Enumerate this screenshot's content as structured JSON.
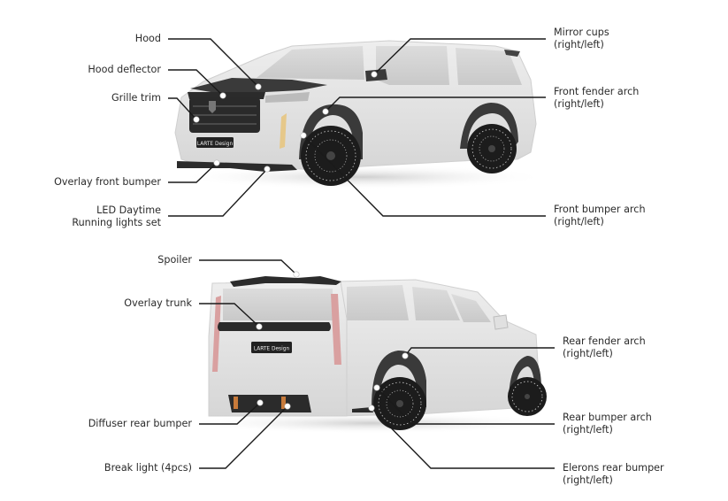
{
  "diagram": {
    "front_view": {
      "left_labels": [
        {
          "id": "hood",
          "lines": [
            "Hood"
          ]
        },
        {
          "id": "hood-deflector",
          "lines": [
            "Hood deflector"
          ]
        },
        {
          "id": "grille-trim",
          "lines": [
            "Grille trim"
          ]
        },
        {
          "id": "overlay-front-bumper",
          "lines": [
            "Overlay front bumper"
          ]
        },
        {
          "id": "led-daytime",
          "lines": [
            "LED Daytime",
            "Running lights set"
          ]
        }
      ],
      "right_labels": [
        {
          "id": "mirror-cups",
          "lines": [
            "Mirror cups",
            "(right/left)"
          ]
        },
        {
          "id": "front-fender-arch",
          "lines": [
            "Front fender arch",
            "(right/left)"
          ]
        },
        {
          "id": "front-bumper-arch",
          "lines": [
            "Front bumper arch",
            "(right/left)"
          ]
        }
      ],
      "plate_text": "LARTE Design"
    },
    "rear_view": {
      "left_labels": [
        {
          "id": "spoiler",
          "lines": [
            "Spoiler"
          ]
        },
        {
          "id": "overlay-trunk",
          "lines": [
            "Overlay trunk"
          ]
        },
        {
          "id": "diffuser-rear-bumper",
          "lines": [
            "Diffuser rear bumper"
          ]
        },
        {
          "id": "break-light",
          "lines": [
            "Break light (4pcs)"
          ]
        }
      ],
      "right_labels": [
        {
          "id": "rear-fender-arch",
          "lines": [
            "Rear fender arch",
            "(right/left)"
          ]
        },
        {
          "id": "rear-bumper-arch",
          "lines": [
            "Rear bumper arch",
            "(right/left)"
          ]
        },
        {
          "id": "elerons-rear-bumper",
          "lines": [
            "Elerons rear bumper",
            "(right/left)"
          ]
        }
      ],
      "plate_text": "LARTE Design"
    },
    "colors": {
      "body": "#e6e6e6",
      "body_shadow": "#d2d2d2",
      "carbon": "#2b2b2b",
      "leader_line": "#1a1a1a",
      "tail_light": "#d98a8a",
      "accent_copper": "#c77a3a"
    }
  }
}
